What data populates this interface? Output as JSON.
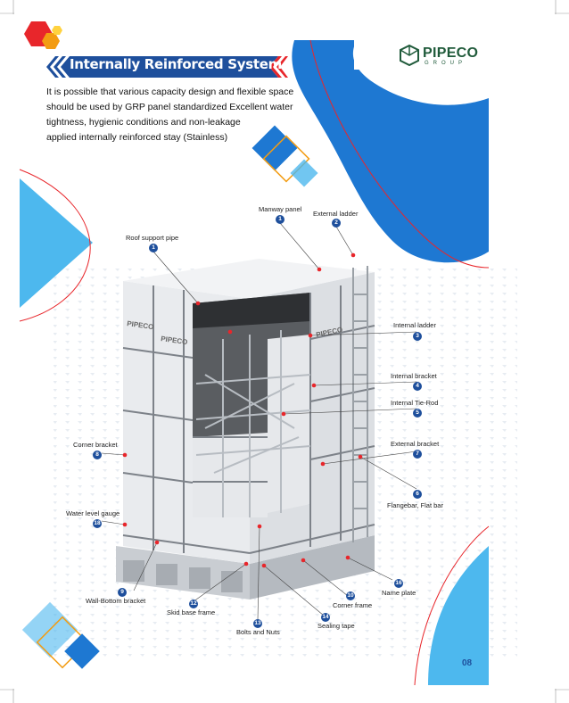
{
  "header": {
    "title": "Internally Reinforced System",
    "intro_lines": [
      "It is possible that various capacity design and flexible space",
      "should be used by GRP panel standardized Excellent water",
      "tightness, hygienic conditions and non-leakage",
      "applied internally reinforced stay (Stainless)"
    ]
  },
  "logo": {
    "name": "PIPECO",
    "sub": "GROUP"
  },
  "tank": {
    "panel_brand": "PIPECO"
  },
  "callouts": [
    {
      "num": "1",
      "label": "Manway panel"
    },
    {
      "num": "2",
      "label": "External ladder"
    },
    {
      "num": "1",
      "label": "Roof support pipe"
    },
    {
      "num": "3",
      "label": "Internal ladder"
    },
    {
      "num": "4",
      "label": "Internal bracket"
    },
    {
      "num": "5",
      "label": "Internal Tie-Rod"
    },
    {
      "num": "7",
      "label": "External bracket"
    },
    {
      "num": "8",
      "label": "Corner bracket"
    },
    {
      "num": "6",
      "label": "Flangebar, Flat bar"
    },
    {
      "num": "18",
      "label": "Water level gauge"
    },
    {
      "num": "16",
      "label": "Name plate"
    },
    {
      "num": "9",
      "label": "Wall-Bottom bracket"
    },
    {
      "num": "10",
      "label": "Corner frame"
    },
    {
      "num": "12",
      "label": "Skid base frame"
    },
    {
      "num": "14",
      "label": "Sealing tape"
    },
    {
      "num": "13",
      "label": "Bolts and Nuts"
    }
  ],
  "page_number": "08",
  "colors": {
    "accent_blue": "#1e78d2",
    "light_blue": "#4db8ee",
    "navy": "#1e4f9c",
    "red": "#e8262b",
    "orange": "#f39c12"
  }
}
